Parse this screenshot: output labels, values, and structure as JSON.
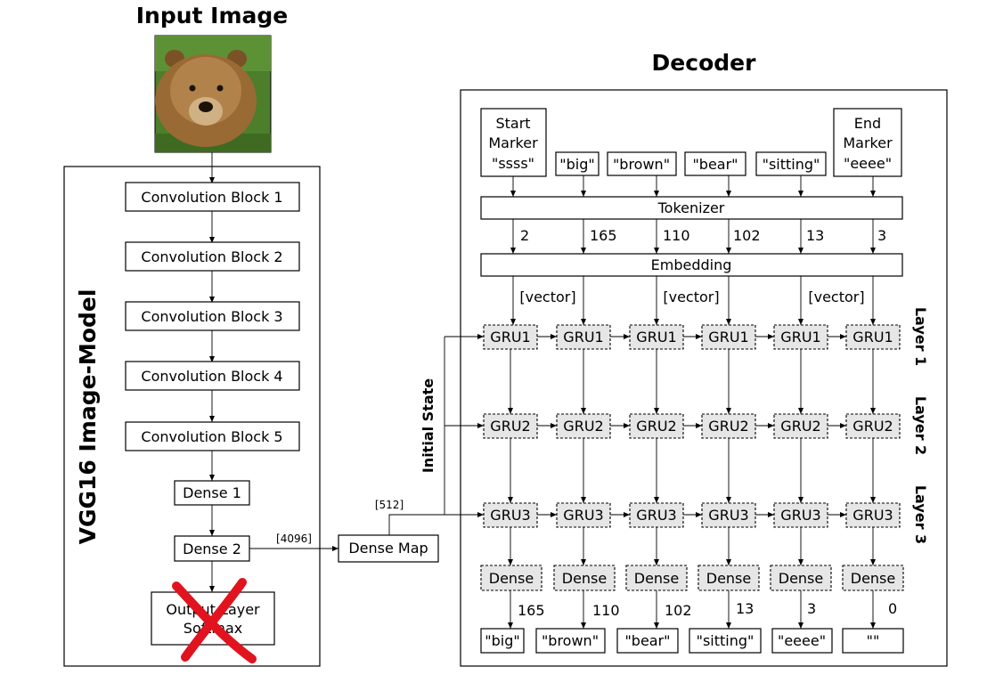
{
  "input_title": "Input Image",
  "decoder_title": "Decoder",
  "vgg": {
    "title": "VGG16 Image-Model",
    "blocks": [
      "Convolution Block 1",
      "Convolution Block 2",
      "Convolution Block 3",
      "Convolution Block 4",
      "Convolution Block 5"
    ],
    "dense1": "Dense 1",
    "dense2": "Dense 2",
    "output_line1": "Output Layer",
    "output_line2": "Softmax",
    "cross_color": "#e0131f"
  },
  "dense_map": {
    "label": "Dense Map",
    "in_size": "[4096]",
    "out_size": "[512]"
  },
  "initial_state": "Initial State",
  "decoder": {
    "start": [
      "Start",
      "Marker",
      "\"ssss\""
    ],
    "end": [
      "End",
      "Marker",
      "\"eeee\""
    ],
    "input_words": [
      "\"big\"",
      "\"brown\"",
      "\"bear\"",
      "\"sitting\""
    ],
    "tokenizer": "Tokenizer",
    "token_ids": [
      "2",
      "165",
      "110",
      "102",
      "13",
      "3"
    ],
    "embedding": "Embedding",
    "vector": "[vector]",
    "gru1": "GRU1",
    "gru2": "GRU2",
    "gru3": "GRU3",
    "dense": "Dense",
    "out_ids": [
      "165",
      "110",
      "102",
      "13",
      "3",
      "0"
    ],
    "out_words": [
      "\"big\"",
      "\"brown\"",
      "\"bear\"",
      "\"sitting\"",
      "\"eeee\"",
      "\"\""
    ],
    "layers": [
      "Layer 1",
      "Layer 2",
      "Layer 3"
    ],
    "gru_fill": "#e6e6e6"
  }
}
